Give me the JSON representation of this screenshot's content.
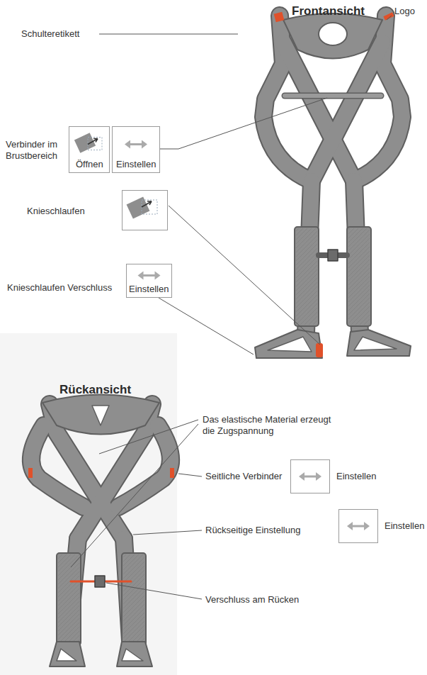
{
  "diagram": {
    "nodes": [
      {
        "text": [
          "Öffnen"
        ]
      },
      {
        "text": [
          "Einstellen"
        ]
      },
      {
        "text": [
          "Einstellen"
        ]
      },
      {
        "text": [
          "Einstellen"
        ]
      },
      {
        "text": [
          "Einstellen"
        ]
      }
    ],
    "labels": [
      "Frontansicht",
      "Logo",
      "Schulteretikett",
      "Verbinder im Brustbereich",
      "Knieschlaufen",
      "Knieschlaufen Verschluss",
      "Rückansicht",
      "Das elastische Material erzeugt die Zugspannung",
      "Seitliche Verbinder",
      "Rückseitige Einstellung",
      "Verschluss am Rücken"
    ]
  }
}
